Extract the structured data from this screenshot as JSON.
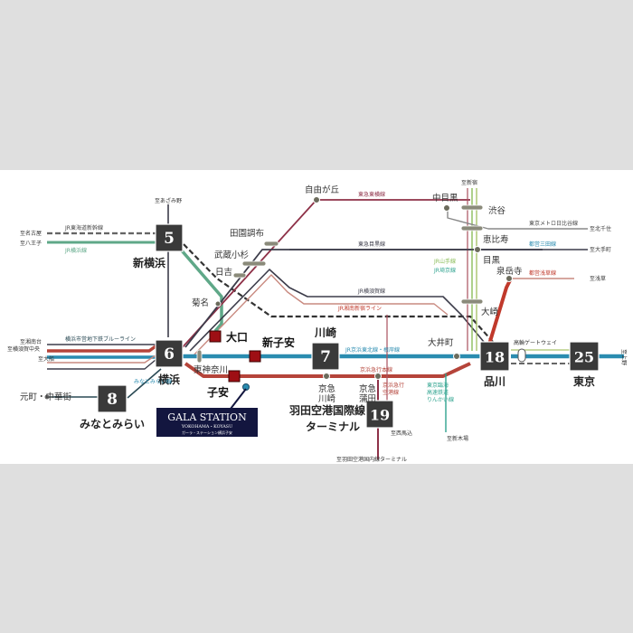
{
  "colors": {
    "page_bg": "#dfdfdf",
    "panel_bg": "#ffffff",
    "station_box": "#3a3a3a",
    "keikyu_red": "#b5443a",
    "jr_keihin_blue": "#2a8cb0",
    "jr_yokohama_green": "#5fa888",
    "toyoko_maroon": "#8e3148",
    "meguro_line": "#3c3c4a",
    "tokaido_black": "#333333",
    "ikegami_red": "#c0392b",
    "property_marker": "#9e0f14",
    "gala_navy": "#13163f",
    "yamanote_green": "#8bbd5a",
    "saikyo_teal": "#2fa38f"
  },
  "map": {
    "title_badge": {
      "line1": "GALA STATION",
      "line2": "YOKOHAMA・KOYASU",
      "line3": "ガーラ・ステーション横浜子安"
    },
    "numbered_stations": [
      {
        "id": "shin-yokohama",
        "minutes": "5",
        "name": "新横浜"
      },
      {
        "id": "yokohama",
        "minutes": "6",
        "name": "横浜"
      },
      {
        "id": "kawasaki",
        "minutes": "7",
        "name": "川崎"
      },
      {
        "id": "minatomirai",
        "minutes": "8",
        "name": "みなとみらい"
      },
      {
        "id": "haneda",
        "minutes": "19",
        "name_line1": "羽田空港国際線",
        "name_line2": "ターミナル"
      },
      {
        "id": "shinagawa",
        "minutes": "18",
        "name": "品川"
      },
      {
        "id": "tokyo",
        "minutes": "25",
        "name": "東京"
      }
    ],
    "nearby_stations": [
      {
        "id": "oguchi",
        "name": "大口"
      },
      {
        "id": "shinkoyasu",
        "name": "新子安"
      },
      {
        "id": "koyasu",
        "name": "子安"
      }
    ],
    "minor_stations": {
      "jiyugaoka": "自由が丘",
      "denenchofu": "田園調布",
      "musashikosugi": "武蔵小杉",
      "hiyoshi": "日吉",
      "kikuna": "菊名",
      "higashikanagawa": "東神奈川",
      "nakameguro": "中目黒",
      "shibuya": "渋谷",
      "ebisu": "恵比寿",
      "meguro": "目黒",
      "sengakuji": "泉岳寺",
      "osaki": "大崎",
      "oimachi": "大井町",
      "takanawa_gateway": "高輪ゲートウェイ",
      "keikyu_kawasaki": "京急川崎",
      "keikyu_kamata": "京急蒲田",
      "motomachi": "元町・中華街"
    },
    "line_labels": {
      "jr_tokaido_shinkansen": "JR東海道新幹線",
      "jr_yokohama": "JR横浜線",
      "blue_line": "横浜市営地下鉄ブルーライン",
      "minatomirai_line": "みなとみらい線",
      "toyoko": "東急東横線",
      "meguro": "東急目黒線",
      "jr_yokosuka": "JR横須賀線",
      "jr_shonan_shinjuku": "JR湘南新宿ライン",
      "jr_keihin_tohoku": "JR京浜東北線・根岸線",
      "keikyu_main": "京浜急行本線",
      "keikyu_airport": "京浜急行空港線",
      "hibiya": "東京メトロ日比谷線",
      "mita": "都営三田線",
      "asakusa": "都営浅草線",
      "yamanote": "JR山手線",
      "saikyo": "JR埼京線",
      "rinkai": "東京臨海高速鉄道りんかい線"
    },
    "rinkai_lines": [
      "東京臨海",
      "高速鉄道",
      "りんかい線"
    ],
    "keikyu_airport_lines": [
      "京浜急行",
      "空港線"
    ],
    "keikyu_kawasaki_lines": [
      "京急",
      "川崎"
    ],
    "keikyu_kamata_lines": [
      "京急",
      "蒲田"
    ],
    "termini": {
      "to_nagoya": "至名古屋",
      "to_hachioji": "至八王子",
      "to_azamino": "至あざみ野",
      "to_shonandai": "至湘南台",
      "to_yokosuka_chuo": "至横須賀中央",
      "to_ofuna": "至大船",
      "to_shinjuku": "至新宿",
      "to_kitasenju": "至北千住",
      "to_otemachi": "至大手町",
      "to_asakusa": "至浅草",
      "to_shinkiba": "至新木場",
      "to_nishimagome": "至西馬込",
      "to_haneda_domestic": "至羽田空港国内線ターミナル",
      "to_ueno": "至上野"
    }
  }
}
